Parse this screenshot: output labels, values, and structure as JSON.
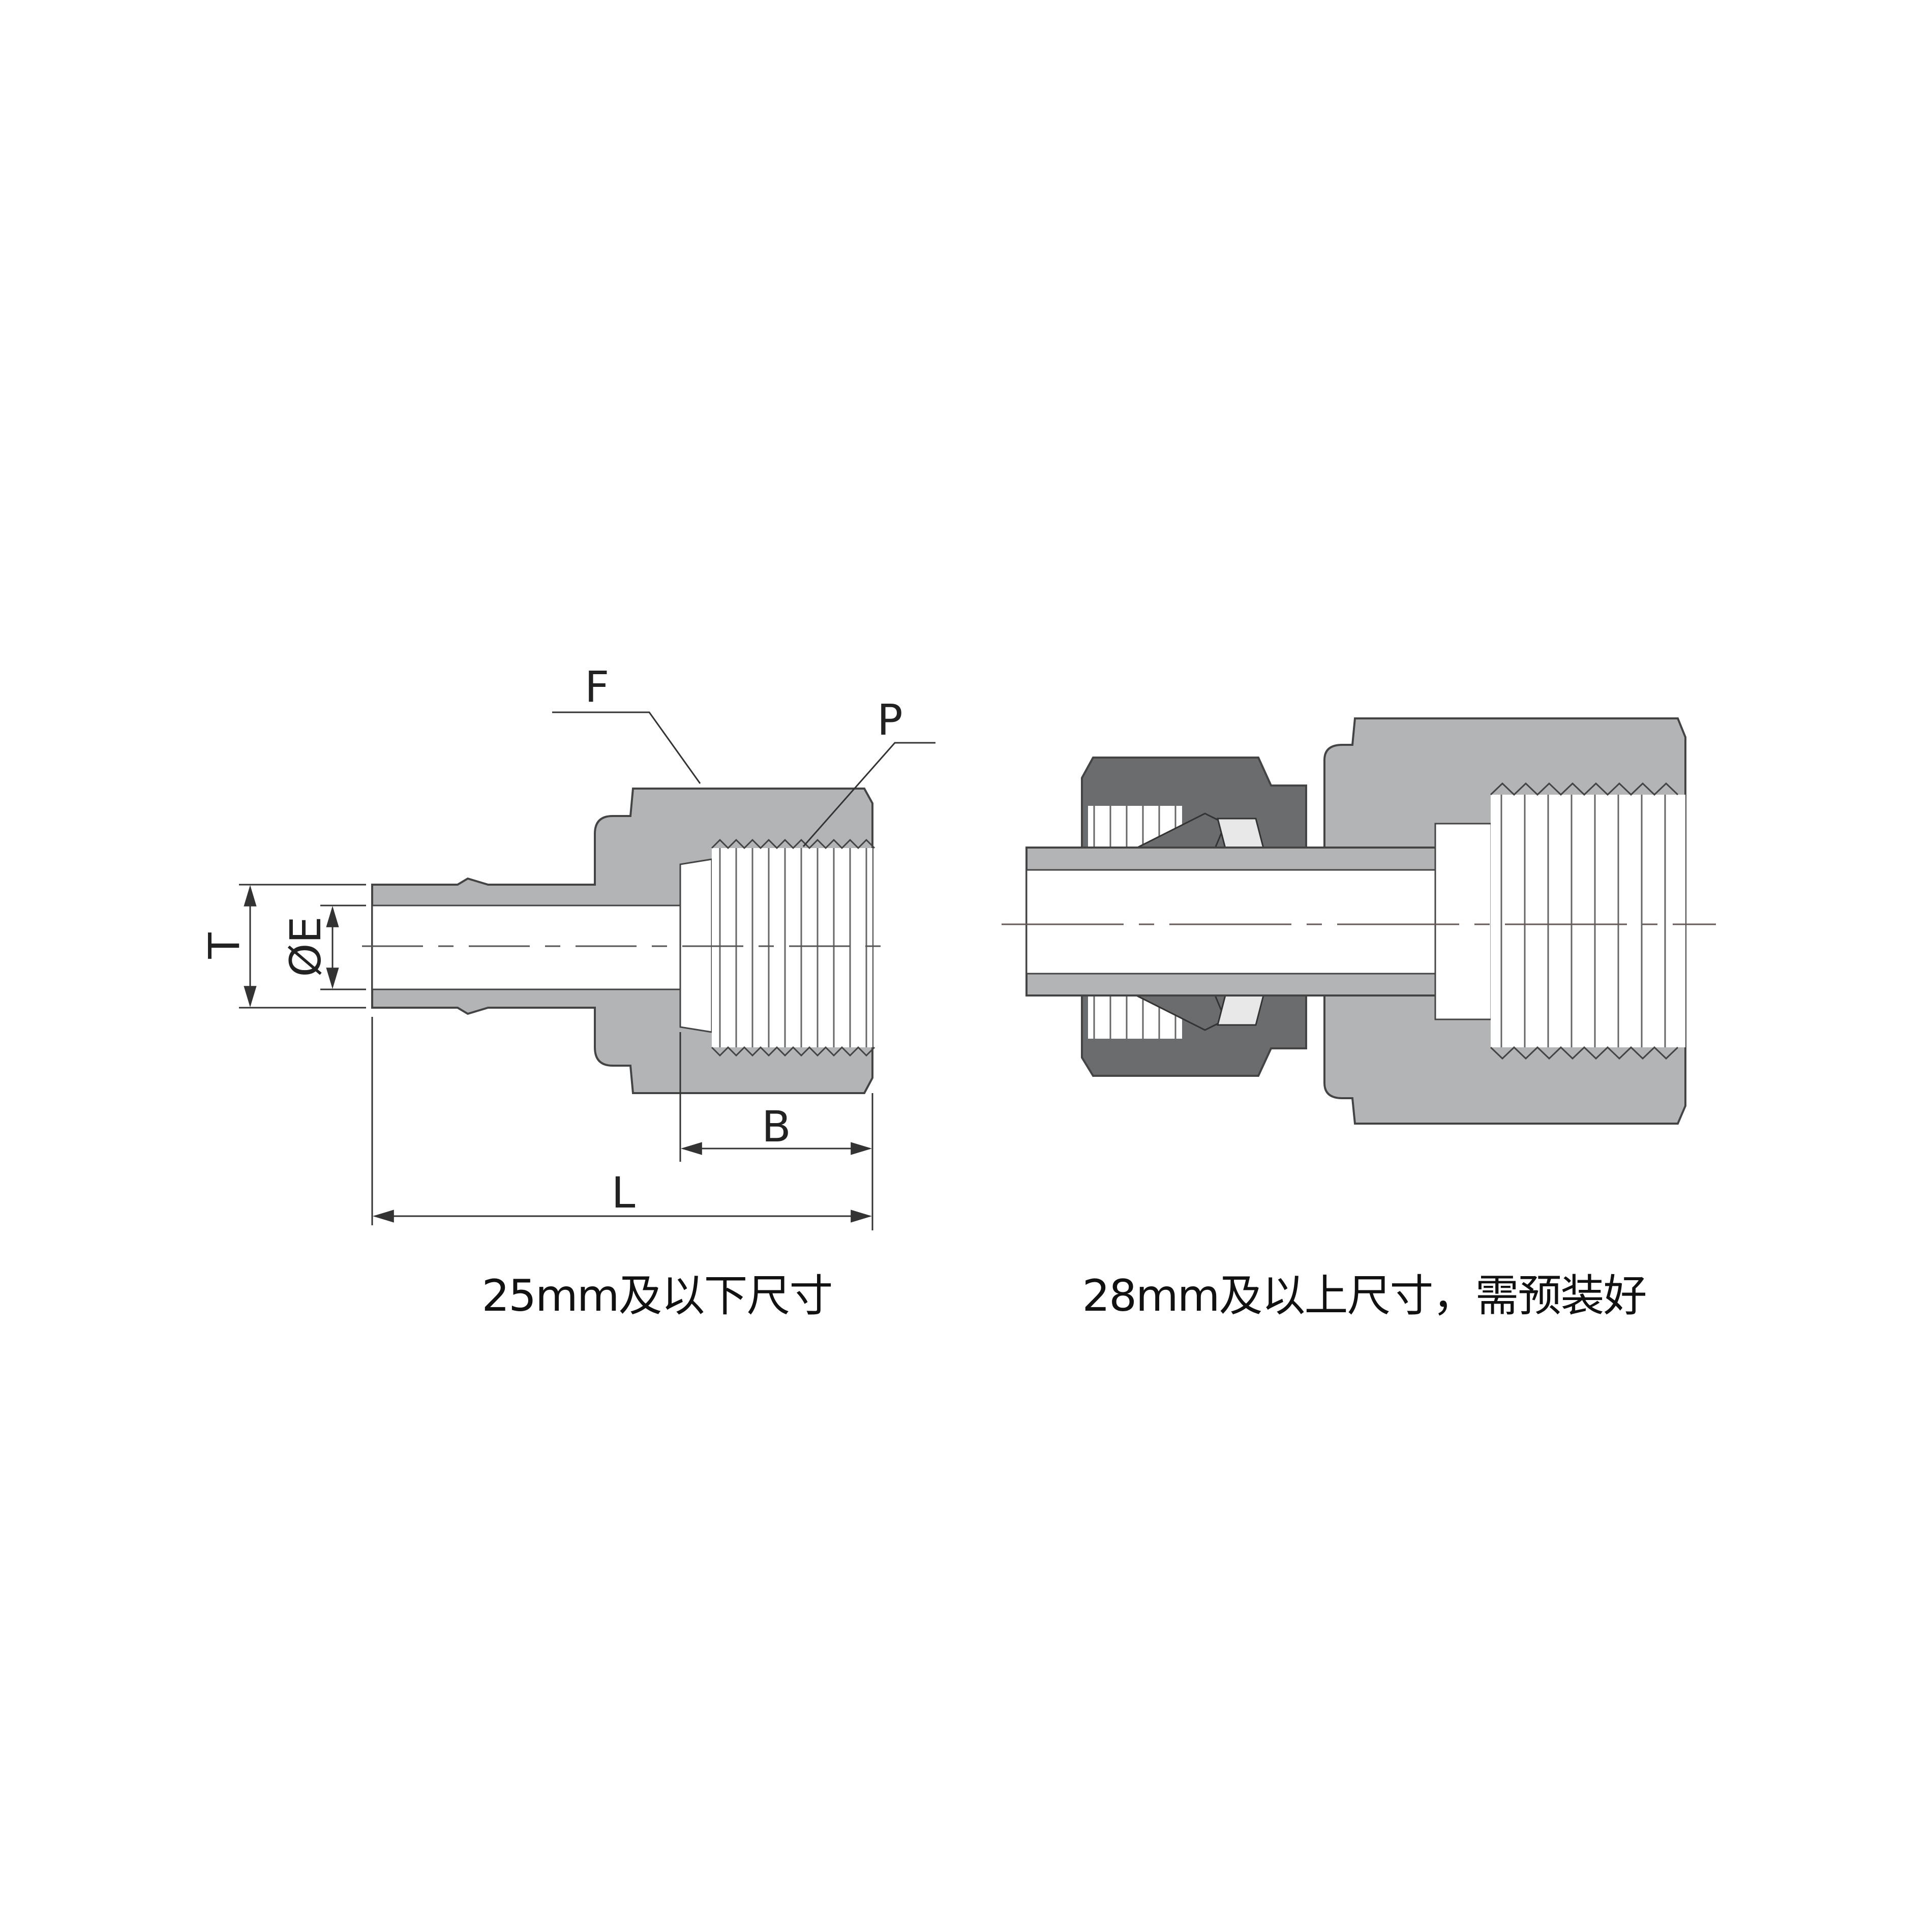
{
  "diagram": {
    "left_view": {
      "caption": "25mm及以下尺寸",
      "labels": {
        "F": "F",
        "P": "P",
        "T": "T",
        "E": "ØE",
        "B": "B",
        "L": "L"
      }
    },
    "right_view": {
      "caption": "28mm及以上尺寸，需预装好"
    },
    "colors": {
      "body": "#b3b4b6",
      "nut": "#6b6c6e",
      "outline": "#444444",
      "thread_bg": "#ffffff",
      "dim_line": "#333333"
    }
  }
}
